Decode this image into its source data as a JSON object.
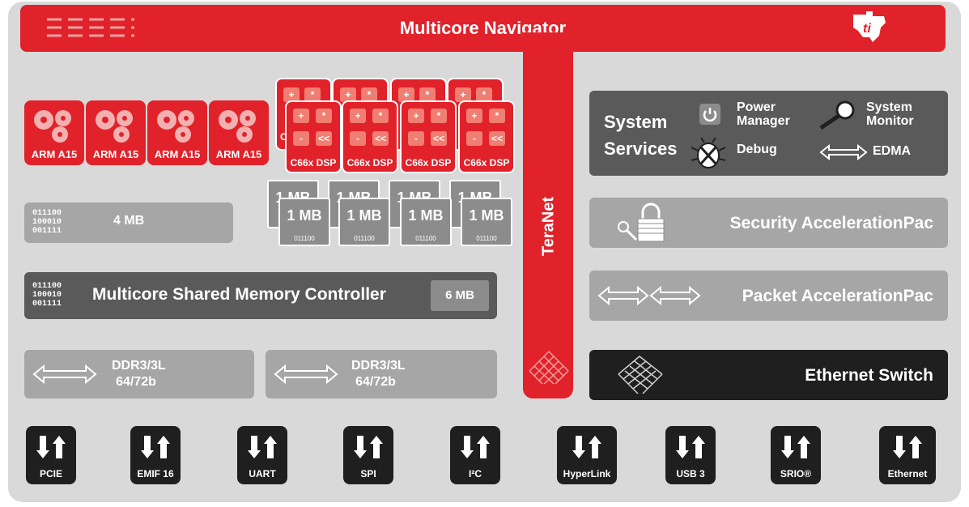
{
  "header": {
    "title": "Multicore Navigator"
  },
  "teranet": {
    "label": "TeraNet"
  },
  "cores": {
    "arm_label": "ARM A15",
    "dsp_label": "C66x DSP",
    "dsp_ops": [
      "+",
      "*",
      "-",
      "<<"
    ],
    "dsp_back_partial": "C"
  },
  "l2": {
    "size": "1 MB",
    "bits": "011100"
  },
  "msmc": {
    "sram_size": "4 MB",
    "bits": [
      "011100",
      "100010",
      "001111"
    ],
    "title": "Multicore Shared Memory Controller",
    "msmc_size": "6 MB"
  },
  "ddr": [
    {
      "line1": "DDR3/3L",
      "line2": "64/72b"
    },
    {
      "line1": "DDR3/3L",
      "line2": "64/72b"
    }
  ],
  "services": {
    "title_line1": "System",
    "title_line2": "Services",
    "power_line1": "Power",
    "power_line2": "Manager",
    "monitor_line1": "System",
    "monitor_line2": "Monitor",
    "debug": "Debug",
    "edma": "EDMA"
  },
  "security": {
    "label": "Security AccelerationPac"
  },
  "packet": {
    "label": "Packet AccelerationPac"
  },
  "ethernet_switch": {
    "label": "Ethernet Switch"
  },
  "io": [
    "PCIE",
    "EMIF 16",
    "UART",
    "SPI",
    "I²C",
    "HyperLink",
    "USB 3",
    "SRIO®",
    "Ethernet"
  ],
  "colors": {
    "red": "#e1222a",
    "grey": "#999999",
    "dark": "#5a5a5a",
    "black": "#1f1f1f",
    "board": "#d9d9d9"
  }
}
